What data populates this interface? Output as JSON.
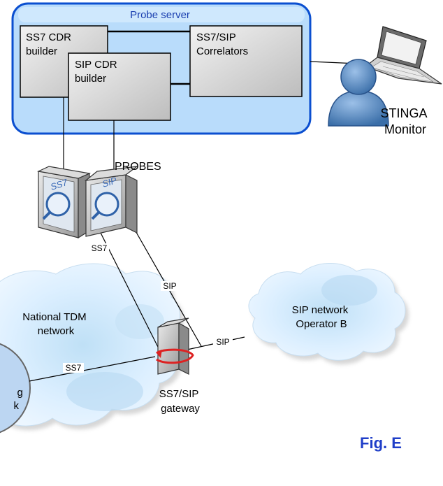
{
  "probe_server": {
    "title": "Probe server"
  },
  "components": {
    "ss7_cdr_builder": [
      "SS7 CDR",
      "builder"
    ],
    "sip_cdr_builder": [
      "SIP CDR",
      "builder"
    ],
    "correlators": [
      "SS7/SIP",
      "Correlators"
    ]
  },
  "monitor": {
    "lines": [
      "STINGA",
      "Monitor"
    ]
  },
  "probes": {
    "label": "PROBES",
    "ss7_text": "SS7",
    "sip_text": "SIP"
  },
  "links": {
    "ss7_probe": "SS7",
    "sip_probe": "SIP",
    "sip_gateway": "SIP",
    "ss7_gateway": "SS7"
  },
  "clouds": {
    "national": [
      "National TDM",
      "network"
    ],
    "sip_network": [
      "SIP network",
      "Operator B"
    ],
    "left_partial": [
      "g",
      "k"
    ]
  },
  "gateway": {
    "lines": [
      "SS7/SIP",
      "gateway"
    ]
  },
  "figure_label": "Fig. E",
  "colors": {
    "probe_server_fill": "#b9dcfb",
    "probe_server_border": "#0b4fd0",
    "title_blue": "#1a3fb0",
    "figure_blue": "#1f3ec8",
    "gateway_arrow": "#dd2222"
  }
}
